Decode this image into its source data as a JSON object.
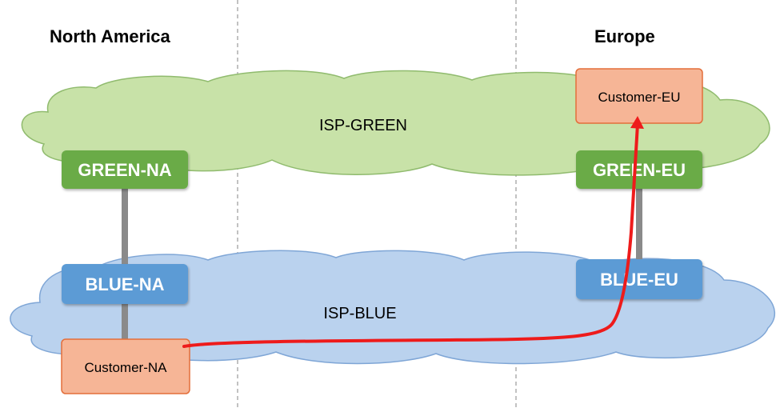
{
  "regions": {
    "left": "North America",
    "right": "Europe"
  },
  "clouds": {
    "green": {
      "label": "ISP-GREEN",
      "fill": "#c8e2a8",
      "stroke": "#90bb6e"
    },
    "blue": {
      "label": "ISP-BLUE",
      "fill": "#bad2ee",
      "stroke": "#7fa6d6"
    }
  },
  "routers": {
    "green_na": {
      "label": "GREEN-NA",
      "color": "#6aab47"
    },
    "green_eu": {
      "label": "GREEN-EU",
      "color": "#6aab47"
    },
    "blue_na": {
      "label": "BLUE-NA",
      "color": "#5b9bd5"
    },
    "blue_eu": {
      "label": "BLUE-EU",
      "color": "#5b9bd5"
    }
  },
  "customers": {
    "na": {
      "label": "Customer-NA",
      "color": "#f6b596",
      "border": "#e36e3a"
    },
    "eu": {
      "label": "Customer-EU",
      "color": "#f6b596",
      "border": "#e36e3a"
    }
  },
  "links": {
    "color": "#8a8a8a"
  },
  "path": {
    "color": "#ee1b1b"
  },
  "dividers": {
    "color": "#9a9a9a"
  }
}
